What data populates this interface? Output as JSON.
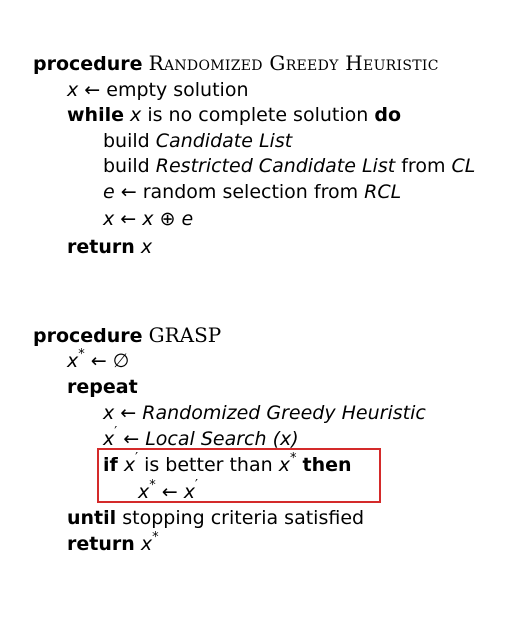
{
  "colors": {
    "highlight": "#d42a2a",
    "text": "#000000",
    "background": "#ffffff"
  },
  "kw": {
    "procedure": "procedure",
    "while": "while",
    "do": "do",
    "return": "return",
    "repeat": "repeat",
    "if": "if",
    "then": "then",
    "until": "until",
    "build": "build",
    "from": "from",
    "empty_solution": "empty solution",
    "is_no_complete_solution": "is no complete solution",
    "random_selection_from": "random selection from",
    "is_better_than": "is better than",
    "stopping_criteria": "stopping criteria satisfied"
  },
  "greedy": {
    "name": "Randomized Greedy Heuristic",
    "candidate_list": "Candidate List",
    "restricted_candidate_list": "Restricted Candidate List",
    "cl": "CL",
    "rcl": "RCL"
  },
  "grasp": {
    "name": "GRASP",
    "randomized_greedy": "Randomized Greedy Heuristic",
    "local_search": "Local Search",
    "empty_set": "∅"
  },
  "sym": {
    "x": "x",
    "e": "e",
    "arrow": "←",
    "oplus": "⊕",
    "star": "*",
    "prime": "′",
    "lparen": "(",
    "rparen": ")"
  }
}
